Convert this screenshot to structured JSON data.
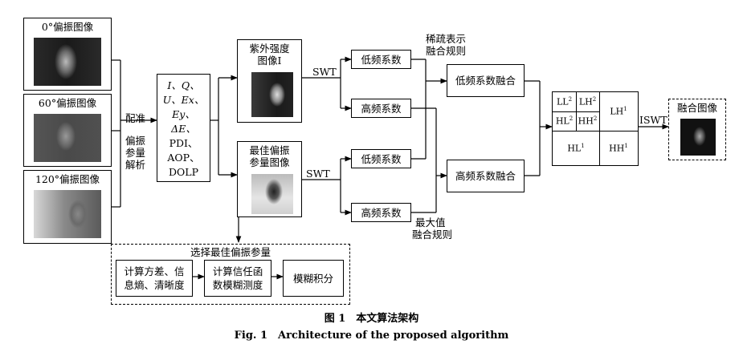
{
  "inputs": {
    "img0": "0°偏振图像",
    "img60": "60°偏振图像",
    "img120": "120°偏振图像"
  },
  "register_label": [
    "配准",
    "偏振",
    "参量",
    "解析"
  ],
  "params": [
    "I、Q、",
    "U、Ex、",
    "Ey、",
    "ΔE、",
    "PDI、",
    "AOP、",
    "DOLP"
  ],
  "uv_box": [
    "紫外强度",
    "图像I"
  ],
  "best_box": [
    "最佳偏振",
    "参量图像"
  ],
  "swt_top": "SWT",
  "swt_bottom": "SWT",
  "low_coef_top": "低频系数",
  "high_coef_top": "高频系数",
  "low_coef_bottom": "低频系数",
  "high_coef_bottom": "高频系数",
  "rule_sparse": [
    "稀疏表示",
    "融合规则"
  ],
  "rule_max": [
    "最大值",
    "融合规则"
  ],
  "low_fusion": "低频系数融合",
  "high_fusion": "高频系数融合",
  "grid": {
    "ll2": "LL",
    "ll2_sup": "2",
    "lh2": "LH",
    "lh2_sup": "2",
    "hl2": "HL",
    "hl2_sup": "2",
    "hh2": "HH",
    "hh2_sup": "2",
    "lh1": "LH",
    "lh1_sup": "1",
    "hl1": "HL",
    "hl1_sup": "1",
    "hh1": "HH",
    "hh1_sup": "1"
  },
  "iswt": "ISWT",
  "fused_label": "融合图像",
  "select_title": "选择最佳偏振参量",
  "steps": [
    [
      "计算方差、信",
      "息熵、清晰度"
    ],
    [
      "计算信任函",
      "数模糊测度"
    ],
    [
      "模糊积分"
    ]
  ],
  "caption_cn": "图 1　本文算法架构",
  "caption_en": "Fig. 1　Architecture of the proposed algorithm"
}
